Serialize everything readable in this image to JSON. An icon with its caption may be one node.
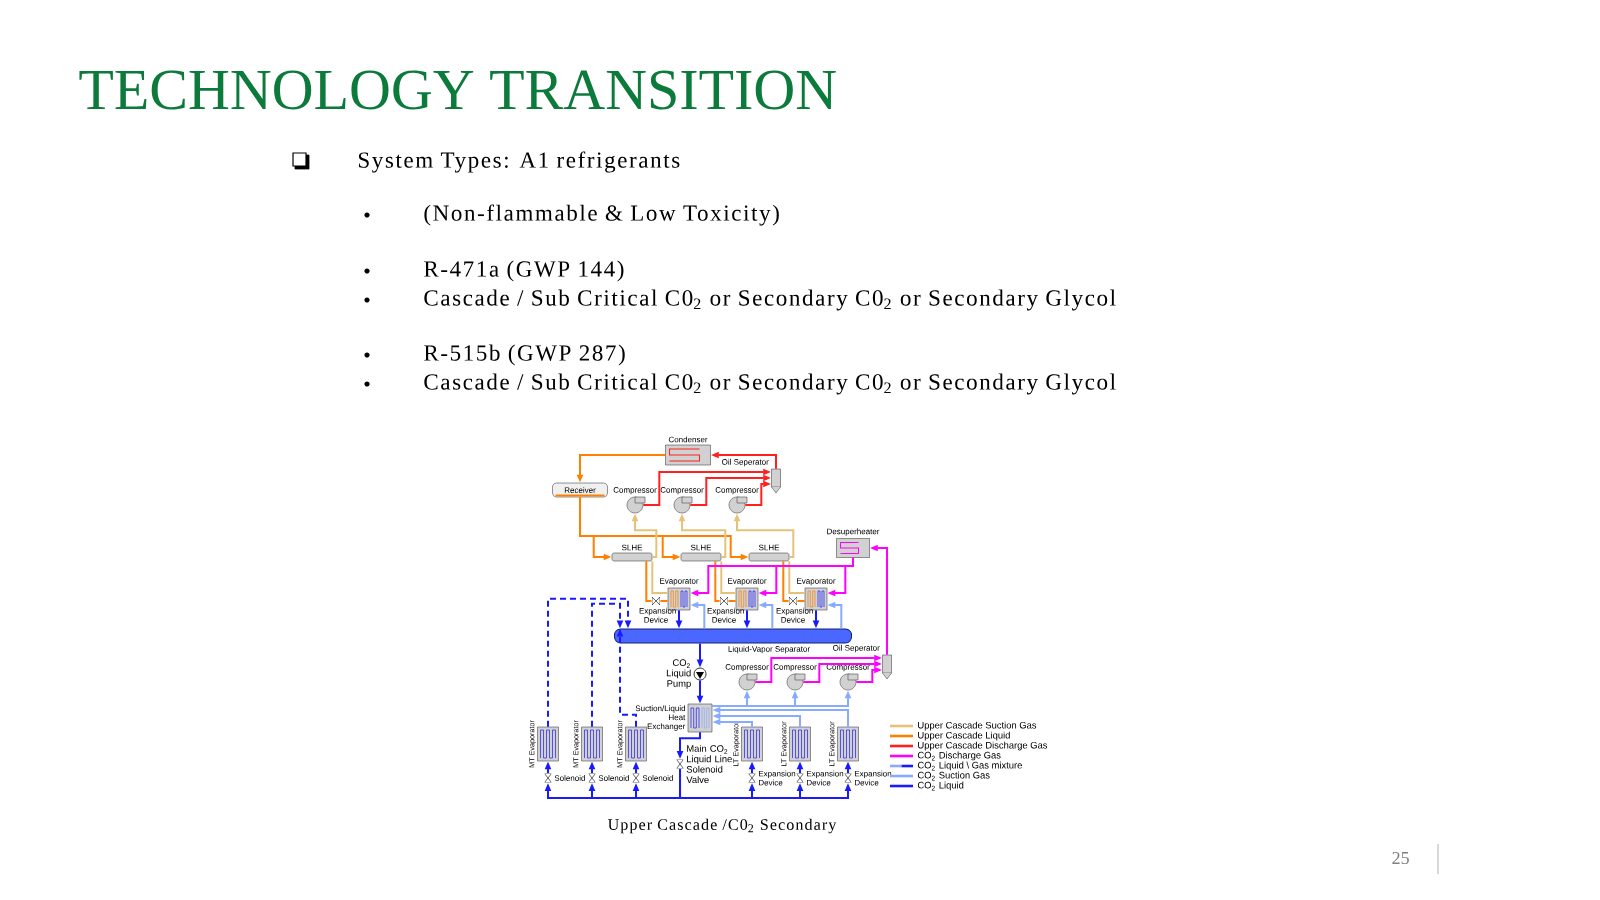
{
  "diagram": {
    "title": "TECHNOLOGY TRANSITION",
    "caption": "Upper Cascade /C0$_{2}$ Secondary",
    "nodes": [
      {
        "text": [
          "Condenser"
        ]
      },
      {
        "text": [
          "Receiver"
        ]
      },
      {
        "text": [
          "Oil Seperator"
        ]
      },
      {
        "text": [
          "Compressor"
        ]
      },
      {
        "text": [
          "Compressor"
        ]
      },
      {
        "text": [
          "Compressor"
        ]
      },
      {
        "text": [
          "SLHE"
        ]
      },
      {
        "text": [
          "SLHE"
        ]
      },
      {
        "text": [
          "SLHE"
        ]
      },
      {
        "text": [
          "Desuperheater"
        ]
      },
      {
        "text": [
          "Evaporator"
        ]
      },
      {
        "text": [
          "Evaporator"
        ]
      },
      {
        "text": [
          "Evaporator"
        ]
      },
      {
        "text": [
          "Expansion Device"
        ]
      },
      {
        "text": [
          "Expansion Device"
        ]
      },
      {
        "text": [
          "Expansion Device"
        ]
      },
      {
        "text": [
          "Liquid-Vapor Separator"
        ]
      },
      {
        "text": [
          "Oil Seperator"
        ]
      },
      {
        "text": [
          "CO$_{2}$ Liquid Pump"
        ]
      },
      {
        "text": [
          "Compressor"
        ]
      },
      {
        "text": [
          "Compressor"
        ]
      },
      {
        "text": [
          "Compressor"
        ]
      },
      {
        "text": [
          "Suction/Liquid Heat Exchanger"
        ]
      },
      {
        "text": [
          "MT Evaporator"
        ]
      },
      {
        "text": [
          "MT Evaporator"
        ]
      },
      {
        "text": [
          "MT Evaporator"
        ]
      },
      {
        "text": [
          "Solenoid"
        ]
      },
      {
        "text": [
          "Solenoid"
        ]
      },
      {
        "text": [
          "Solenoid"
        ]
      },
      {
        "text": [
          "Main CO$_{2}$ Liquid Line Solenoid Valve"
        ]
      },
      {
        "text": [
          "LT Evaporator"
        ]
      },
      {
        "text": [
          "LT Evaporator"
        ]
      },
      {
        "text": [
          "LT Evaporator"
        ]
      },
      {
        "text": [
          "Expansion Device"
        ]
      },
      {
        "text": [
          "Expansion Device"
        ]
      },
      {
        "text": [
          "Expansion Device"
        ]
      }
    ],
    "edges": [
      {
        "from": 2,
        "to": 0,
        "arrow": "to",
        "color": "#ff2020"
      },
      {
        "from": 0,
        "to": 1,
        "arrow": "to",
        "color": "#ff8000"
      },
      {
        "from": 3,
        "to": 2,
        "arrow": "to",
        "color": "#ff2020"
      },
      {
        "from": 4,
        "to": 2,
        "arrow": "to",
        "color": "#ff2020"
      },
      {
        "from": 5,
        "to": 2,
        "arrow": "to",
        "color": "#ff2020"
      },
      {
        "from": 1,
        "to": 6,
        "arrow": "to",
        "color": "#ff8000"
      },
      {
        "from": 1,
        "to": 7,
        "arrow": "to",
        "color": "#ff8000"
      },
      {
        "from": 1,
        "to": 8,
        "arrow": "to",
        "color": "#ff8000"
      },
      {
        "from": 6,
        "to": 3,
        "arrow": "to",
        "color": "#e5c27a"
      },
      {
        "from": 7,
        "to": 4,
        "arrow": "to",
        "color": "#e5c27a"
      },
      {
        "from": 8,
        "to": 5,
        "arrow": "to",
        "color": "#e5c27a"
      },
      {
        "from": 6,
        "to": 13,
        "arrow": "none",
        "color": "#ff8000"
      },
      {
        "from": 7,
        "to": 14,
        "arrow": "none",
        "color": "#ff8000"
      },
      {
        "from": 8,
        "to": 15,
        "arrow": "none",
        "color": "#ff8000"
      },
      {
        "from": 13,
        "to": 10,
        "arrow": "none",
        "color": "#ff8000"
      },
      {
        "from": 14,
        "to": 11,
        "arrow": "none",
        "color": "#ff8000"
      },
      {
        "from": 15,
        "to": 12,
        "arrow": "none",
        "color": "#ff8000"
      },
      {
        "from": 10,
        "to": 6,
        "arrow": "none",
        "color": "#e5c27a"
      },
      {
        "from": 11,
        "to": 7,
        "arrow": "none",
        "color": "#e5c27a"
      },
      {
        "from": 12,
        "to": 8,
        "arrow": "none",
        "color": "#e5c27a"
      },
      {
        "from": 19,
        "to": 17,
        "arrow": "to",
        "color": "#ff00ff"
      },
      {
        "from": 20,
        "to": 17,
        "arrow": "to",
        "color": "#ff00ff"
      },
      {
        "from": 21,
        "to": 17,
        "arrow": "to",
        "color": "#ff00ff"
      },
      {
        "from": 17,
        "to": 9,
        "arrow": "to",
        "color": "#ff00ff"
      },
      {
        "from": 9,
        "to": 10,
        "arrow": "to",
        "color": "#ff00ff"
      },
      {
        "from": 9,
        "to": 11,
        "arrow": "to",
        "color": "#ff00ff"
      },
      {
        "from": 9,
        "to": 12,
        "arrow": "to",
        "color": "#ff00ff"
      },
      {
        "from": 10,
        "to": 16,
        "arrow": "to"
      },
      {
        "from": 11,
        "to": 16,
        "arrow": "to"
      },
      {
        "from": 12,
        "to": 16,
        "arrow": "to"
      },
      {
        "from": 16,
        "to": 10,
        "arrow": "to",
        "color": "#88aaff"
      },
      {
        "from": 16,
        "to": 11,
        "arrow": "to",
        "color": "#88aaff"
      },
      {
        "from": 16,
        "to": 12,
        "arrow": "to",
        "color": "#88aaff"
      },
      {
        "from": 16,
        "to": 18,
        "arrow": "to"
      },
      {
        "from": 18,
        "to": 22,
        "arrow": "to"
      },
      {
        "from": 22,
        "to": 29,
        "arrow": "to"
      },
      {
        "from": 29,
        "to": 26,
        "arrow": "to"
      },
      {
        "from": 29,
        "to": 27,
        "arrow": "to"
      },
      {
        "from": 29,
        "to": 28,
        "arrow": "to"
      },
      {
        "from": 29,
        "to": 33,
        "arrow": "to"
      },
      {
        "from": 29,
        "to": 34,
        "arrow": "to"
      },
      {
        "from": 29,
        "to": 35,
        "arrow": "to"
      },
      {
        "from": 26,
        "to": 23,
        "arrow": "to"
      },
      {
        "from": 27,
        "to": 24,
        "arrow": "to"
      },
      {
        "from": 28,
        "to": 25,
        "arrow": "to"
      },
      {
        "from": 33,
        "to": 30,
        "arrow": "to"
      },
      {
        "from": 34,
        "to": 31,
        "arrow": "to"
      },
      {
        "from": 35,
        "to": 32,
        "arrow": "to"
      },
      {
        "from": 23,
        "to": 16,
        "arrow": "to",
        "style": "dashed"
      },
      {
        "from": 24,
        "to": 16,
        "arrow": "to",
        "style": "dashed"
      },
      {
        "from": 25,
        "to": 16,
        "arrow": "to",
        "style": "dashed"
      },
      {
        "from": 30,
        "to": 22,
        "arrow": "to",
        "color": "#88aaff"
      },
      {
        "from": 31,
        "to": 22,
        "arrow": "to",
        "color": "#88aaff"
      },
      {
        "from": 32,
        "to": 22,
        "arrow": "to",
        "color": "#88aaff"
      },
      {
        "from": 22,
        "to": 19,
        "arrow": "to",
        "color": "#88aaff"
      },
      {
        "from": 22,
        "to": 20,
        "arrow": "to",
        "color": "#88aaff"
      },
      {
        "from": 22,
        "to": 21,
        "arrow": "to",
        "color": "#88aaff"
      }
    ],
    "labels": [
      "System Types: A1 refrigerants",
      "(Non-flammable & Low Toxicity)",
      "R-471a (GWP 144)",
      "Cascade / Sub Critical C0$_{2}$ or Secondary C0$_{2}$ or Secondary Glycol",
      "R-515b (GWP 287)",
      "Cascade / Sub Critical C0$_{2}$ or Secondary C0$_{2}$ or Secondary Glycol",
      "25"
    ],
    "legend": [
      {
        "text": "Upper Cascade Suction Gas",
        "color": "#e5c27a"
      },
      {
        "text": "Upper Cascade Liquid",
        "color": "#ff8000"
      },
      {
        "text": "Upper Cascade Discharge Gas",
        "color": "#ff2020"
      },
      {
        "text": "CO$_{2}$ Discharge Gas",
        "color": "#ff00ff"
      },
      {
        "text": "CO$_{2}$ Liquid \\ Gas mixture"
      },
      {
        "text": "CO$_{2}$ Suction Gas",
        "color": "#88aaff"
      },
      {
        "text": "CO$_{2}$ Liquid",
        "color": "#1a1aff"
      }
    ]
  }
}
